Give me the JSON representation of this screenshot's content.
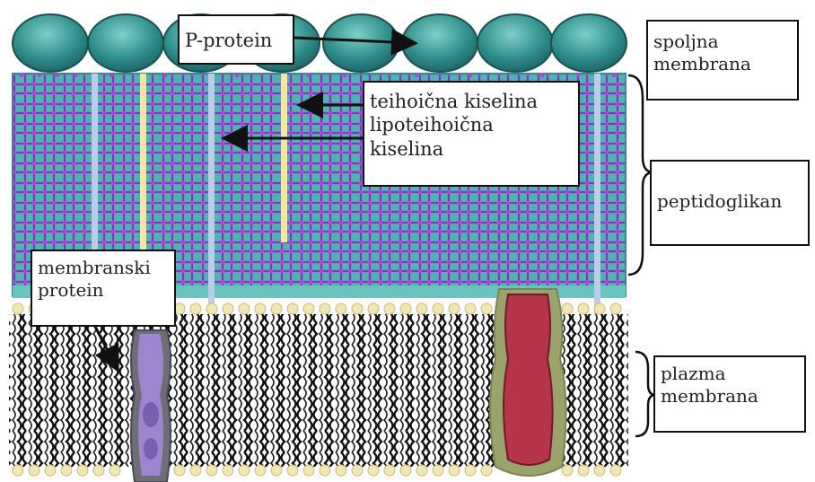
{
  "labels": {
    "p_protein": "P-protein",
    "teichoic_acid": "teihoična kiselina",
    "lipoteichoic_line1": "lipoteihoična",
    "lipoteichoic_line2": "kiselina",
    "outer_membrane_line1": "spoljna",
    "outer_membrane_line2": "membrana",
    "peptidoglycan": "peptidoglikan",
    "membrane_protein_line1": "membranski",
    "membrane_protein_line2": "protein",
    "plasma_membrane_line1": "plazma",
    "plasma_membrane_line2": "membrana"
  },
  "colors": {
    "outer_protein": "#2f8f8c",
    "peptidoglycan_fill": "#4fb3b0",
    "peptidoglycan_lattice": "#a02ccc",
    "teichoic_acid": "#f2e7a2",
    "lipoteichoic_acid": "#b9cde8",
    "lipid_head": "#efe7b4",
    "lipid_tail": "#111111",
    "channel_protein": "#b5344a",
    "channel_halo": "#9aa36a",
    "membrane_protein": "#8a6fb8"
  },
  "icons": {
    "arrow": "arrow-icon",
    "brace": "curly-brace-icon"
  }
}
